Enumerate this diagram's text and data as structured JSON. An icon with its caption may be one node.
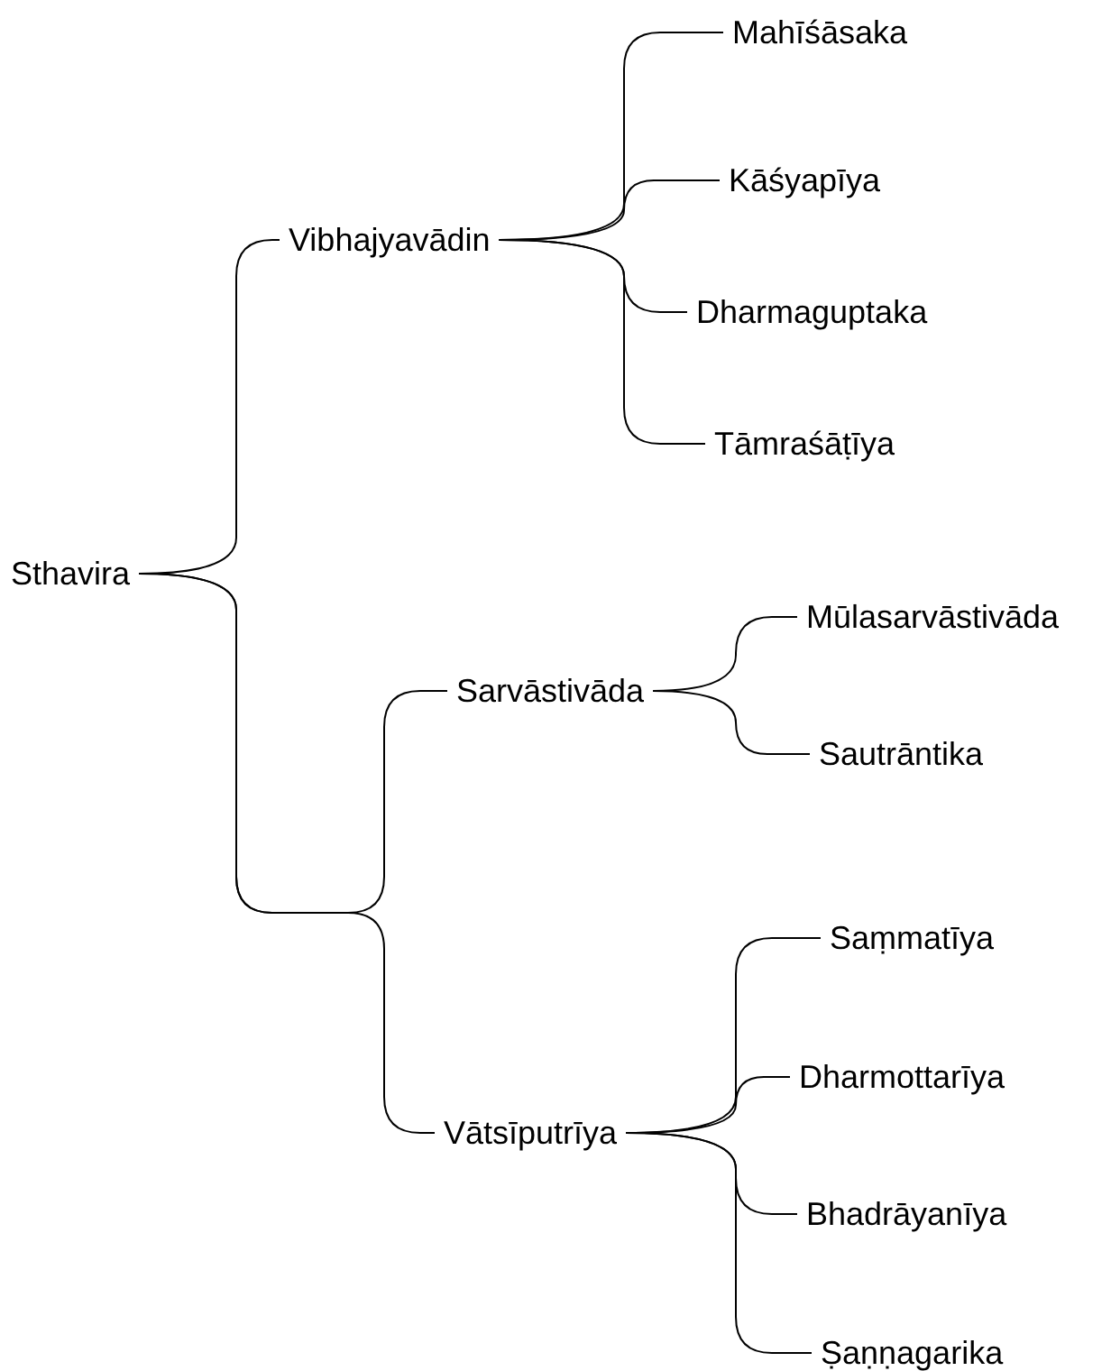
{
  "diagram": {
    "nodes": [
      {
        "text": [
          "Sthavira"
        ]
      },
      {
        "text": [
          "Vibhajyavādin"
        ]
      },
      {
        "text": [
          "Mahīśāsaka"
        ]
      },
      {
        "text": [
          "Kāśyapīya"
        ]
      },
      {
        "text": [
          "Dharmaguptaka"
        ]
      },
      {
        "text": [
          "Tāmraśāṭīya"
        ]
      },
      {
        "text": [
          "Sarvāstivāda"
        ]
      },
      {
        "text": [
          "Mūlasarvāstivāda"
        ]
      },
      {
        "text": [
          "Sautrāntika"
        ]
      },
      {
        "text": [
          "Vātsīputrīya"
        ]
      },
      {
        "text": [
          "Saṃmatīya"
        ]
      },
      {
        "text": [
          "Dharmottarīya"
        ]
      },
      {
        "text": [
          "Bhadrāyanīya"
        ]
      },
      {
        "text": [
          "Ṣaṇṇagarika"
        ]
      }
    ],
    "edges": [
      {
        "from": 0,
        "to": 1,
        "arrow": "none"
      },
      {
        "from": 0,
        "to": 6,
        "arrow": "none"
      },
      {
        "from": 0,
        "to": 9,
        "arrow": "none"
      },
      {
        "from": 1,
        "to": 2,
        "arrow": "none"
      },
      {
        "from": 1,
        "to": 3,
        "arrow": "none"
      },
      {
        "from": 1,
        "to": 4,
        "arrow": "none"
      },
      {
        "from": 1,
        "to": 5,
        "arrow": "none"
      },
      {
        "from": 6,
        "to": 7,
        "arrow": "none"
      },
      {
        "from": 6,
        "to": 8,
        "arrow": "none"
      },
      {
        "from": 9,
        "to": 10,
        "arrow": "none"
      },
      {
        "from": 9,
        "to": 11,
        "arrow": "none"
      },
      {
        "from": 9,
        "to": 12,
        "arrow": "none"
      },
      {
        "from": 9,
        "to": 13,
        "arrow": "none"
      }
    ]
  }
}
